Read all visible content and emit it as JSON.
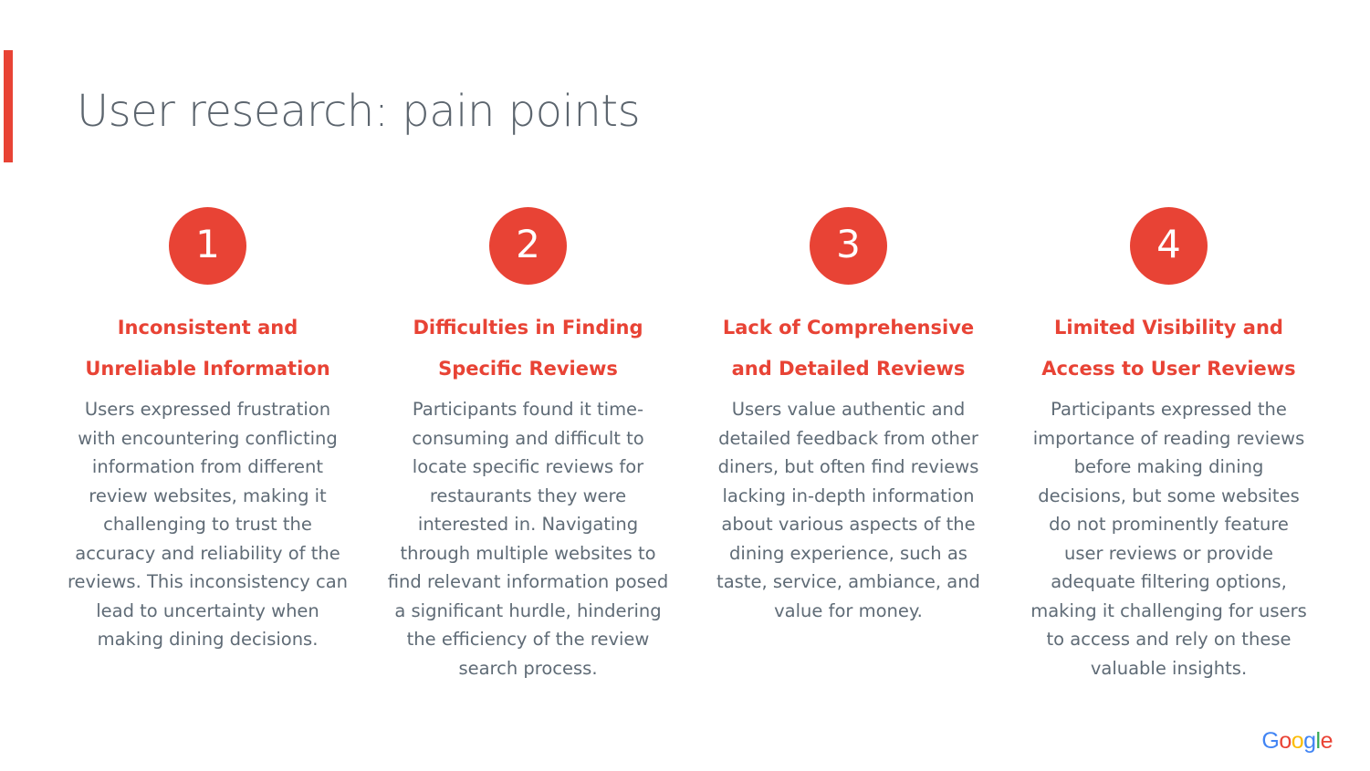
{
  "slide": {
    "title": "User research: pain points",
    "title_color": "#5c656e",
    "accent_color": "#e84335",
    "heading_color": "#e84335",
    "body_color": "#5f6b76",
    "background_color": "#ffffff"
  },
  "pain_points": [
    {
      "number": "1",
      "title_lines": [
        "Inconsistent and",
        "Unreliable Information"
      ],
      "description": "Users expressed frustration with encountering conflicting information from different review websites, making it challenging to trust the accuracy and reliability of the reviews. This inconsistency can lead to uncertainty when making dining decisions."
    },
    {
      "number": "2",
      "title_lines": [
        "Difficulties in Finding",
        "Specific Reviews"
      ],
      "description": "Participants found it time-consuming and difficult to locate specific reviews for restaurants they were interested in. Navigating through multiple websites to find relevant information posed a significant hurdle, hindering the efficiency of the review search process."
    },
    {
      "number": "3",
      "title_lines": [
        "Lack of Comprehensive",
        "and Detailed Reviews"
      ],
      "description": "Users value authentic and detailed feedback from other diners, but often find reviews lacking in-depth information about various aspects of the dining experience, such as taste, service, ambiance, and value for money."
    },
    {
      "number": "4",
      "title_lines": [
        "Limited Visibility and",
        "Access to User Reviews"
      ],
      "description": "Participants expressed the importance of reading reviews before making dining decisions, but some websites do not prominently feature user reviews or provide adequate filtering options, making it challenging for users to access and rely on these valuable insights."
    }
  ],
  "logo": {
    "name": "Google",
    "letters": [
      {
        "char": "G",
        "color": "#4285F4"
      },
      {
        "char": "o",
        "color": "#EA4335"
      },
      {
        "char": "o",
        "color": "#FBBC05"
      },
      {
        "char": "g",
        "color": "#4285F4"
      },
      {
        "char": "l",
        "color": "#34A853"
      },
      {
        "char": "e",
        "color": "#EA4335"
      }
    ]
  }
}
